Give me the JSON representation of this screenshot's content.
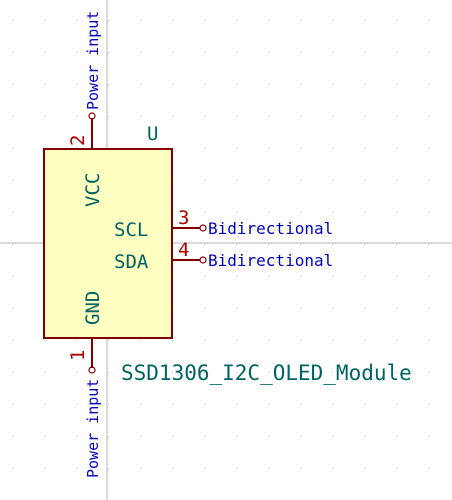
{
  "component": {
    "reference": "U",
    "value": "SSD1306_I2C_OLED_Module",
    "pins": [
      {
        "number": "2",
        "name": "VCC",
        "type": "Power input"
      },
      {
        "number": "3",
        "name": "SCL",
        "type": "Bidirectional"
      },
      {
        "number": "4",
        "name": "SDA",
        "type": "Bidirectional"
      },
      {
        "number": "1",
        "name": "GND",
        "type": "Power input"
      }
    ]
  },
  "colors": {
    "background": "#ffffff",
    "grid_dot": "#c8c8c8",
    "crosshair": "#b4b4b4",
    "body_fill": "#ffffc2",
    "body_outline": "#840000",
    "pin_line": "#840000",
    "pin_number": "#a90000",
    "pin_name": "#006464",
    "pin_type": "#0000c2",
    "value_text": "#006464",
    "reference_text": "#006464"
  }
}
